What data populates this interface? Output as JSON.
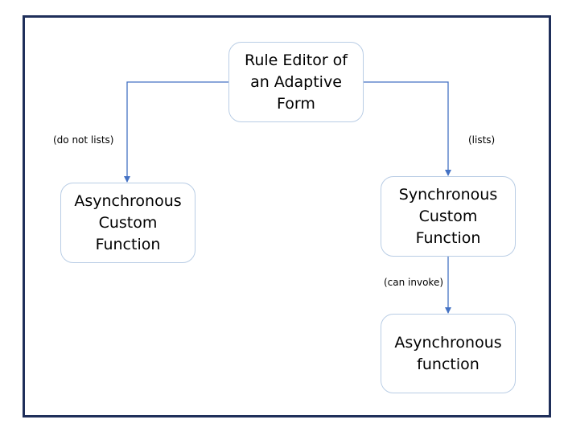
{
  "colors": {
    "frame_border": "#1f2f5a",
    "node_border": "#b9cde5",
    "connector": "#4472c4"
  },
  "nodes": {
    "root": {
      "lines": [
        "Rule Editor of",
        "an Adaptive",
        "Form"
      ]
    },
    "async_custom": {
      "lines": [
        "Asynchronous",
        "Custom",
        "Function"
      ]
    },
    "sync_custom": {
      "lines": [
        "Synchronous",
        "Custom",
        "Function"
      ]
    },
    "async_function": {
      "lines": [
        "Asynchronous",
        "function"
      ]
    }
  },
  "edges": {
    "root_to_async_custom": {
      "label": "(do not lists)"
    },
    "root_to_sync_custom": {
      "label": "(lists)"
    },
    "sync_to_async_function": {
      "label": "(can invoke)"
    }
  }
}
